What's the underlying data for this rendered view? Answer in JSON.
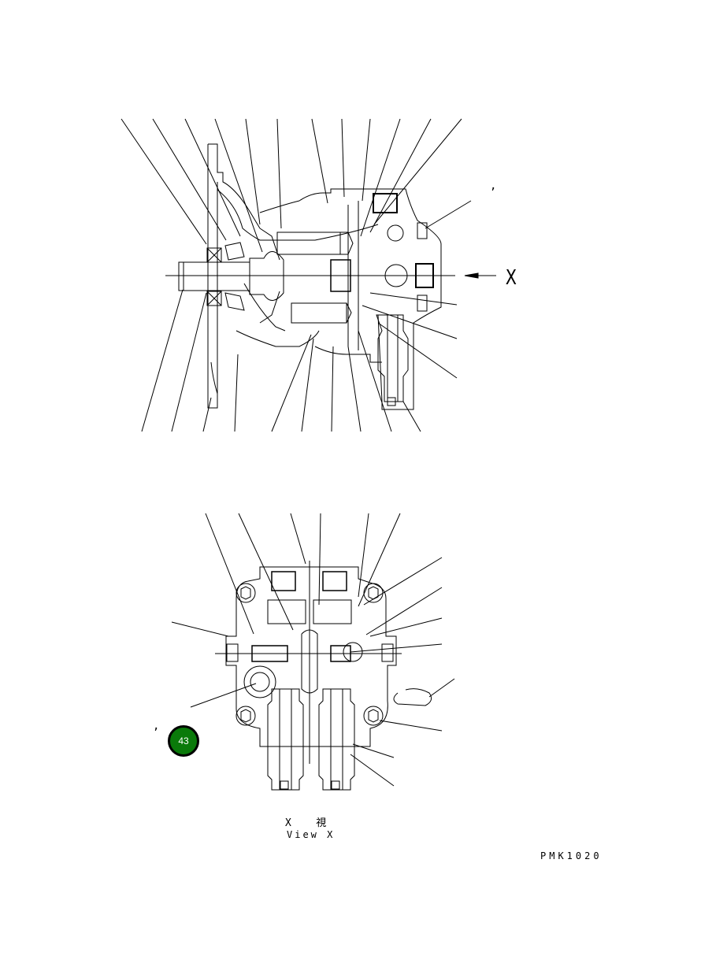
{
  "diagram": {
    "view_marker": "X",
    "section_view": {
      "caption_jp": "X   視",
      "caption_en": "View X"
    },
    "drawing_code": "PMK1020",
    "page_badge": {
      "number": "43",
      "color": "#0a7a0a"
    },
    "stray_marks": [
      ",",
      ","
    ]
  }
}
